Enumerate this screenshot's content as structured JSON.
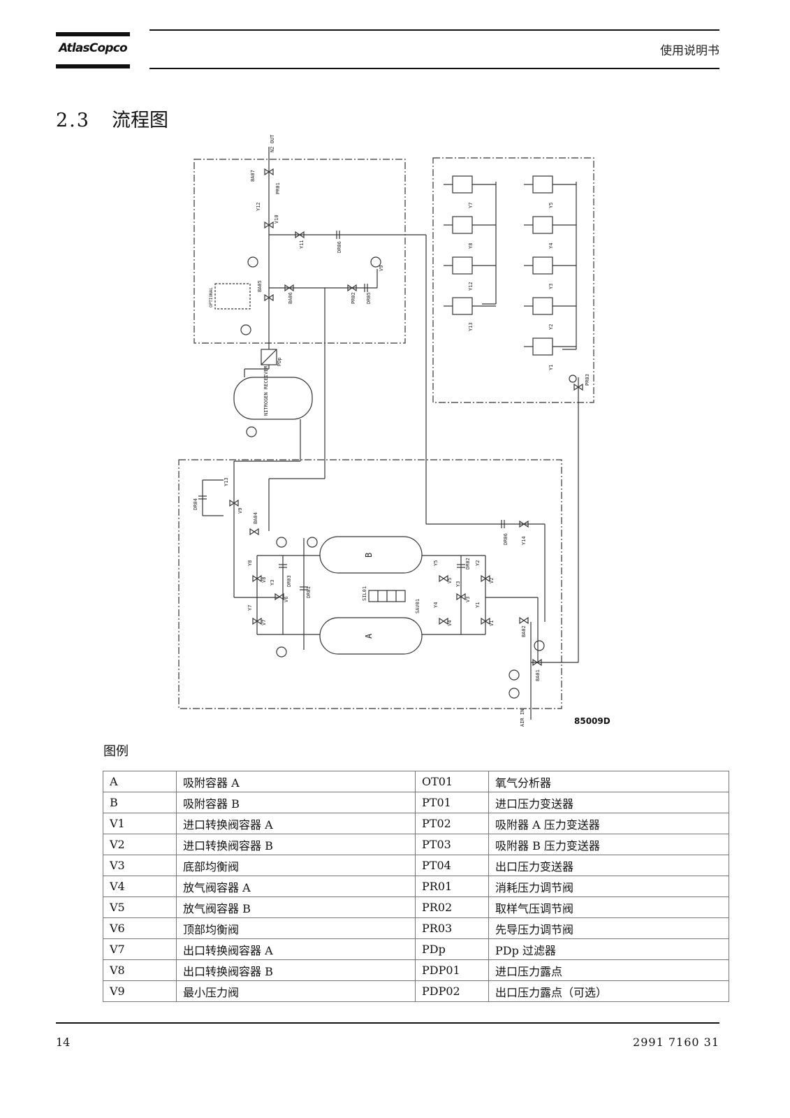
{
  "brand": {
    "name": "AtlasCopco"
  },
  "header": {
    "title": "使用说明书"
  },
  "section": {
    "number": "2.3",
    "title": "流程图"
  },
  "diagram": {
    "id": "85009D",
    "labels": {
      "n2_out": "N2 OUT",
      "air_in": "AIR IN",
      "receiver": "NITROGEN RECEIVER",
      "optional": "OPTIONAL",
      "vessel_a": "A",
      "vessel_b": "B",
      "ba07": "BA07",
      "pr01": "PR01",
      "y12": "Y12",
      "v10": "V10",
      "y11": "Y11",
      "dr06": "DR06",
      "ba05": "BA05",
      "ba06": "BA06",
      "pr02": "PR02",
      "dr05": "DR05",
      "v9_top": "V9",
      "pdp": "PDp",
      "dr04": "DR04",
      "y13": "Y13",
      "v9": "V9",
      "ba04": "BA04",
      "y8": "Y8",
      "v8": "V8",
      "dr03": "DR03",
      "y3": "Y3",
      "v6": "V6",
      "dr01": "DR01",
      "y7": "Y7",
      "v7": "V7",
      "sil01": "SIL01",
      "sav01": "SAV01",
      "y5": "Y5",
      "v5": "V5",
      "y4": "Y4",
      "v4": "V4",
      "dr02": "DR02",
      "y2": "Y2",
      "v2": "V2",
      "v3": "V3",
      "y1": "Y1",
      "v1": "V1",
      "ba02": "BA02",
      "dr06b": "DR06",
      "y14": "Y14",
      "ba01": "BA01",
      "pr03": "PR03",
      "sol_y7": "Y7",
      "sol_y8": "Y8",
      "sol_y12": "Y12",
      "sol_y13": "Y13",
      "sol_y5": "Y5",
      "sol_y4": "Y4",
      "sol_y3": "Y3",
      "sol_y2": "Y2",
      "sol_y1": "Y1"
    }
  },
  "legend": {
    "title": "图例",
    "rows": [
      [
        "A",
        "吸附容器 A",
        "OT01",
        "氧气分析器"
      ],
      [
        "B",
        "吸附容器 B",
        "PT01",
        "进口压力变送器"
      ],
      [
        "V1",
        "进口转换阀容器 A",
        "PT02",
        "吸附器 A 压力变送器"
      ],
      [
        "V2",
        "进口转换阀容器 B",
        "PT03",
        "吸附器 B 压力变送器"
      ],
      [
        "V3",
        "底部均衡阀",
        "PT04",
        "出口压力变送器"
      ],
      [
        "V4",
        "放气阀容器 A",
        "PR01",
        "消耗压力调节阀"
      ],
      [
        "V5",
        "放气阀容器 B",
        "PR02",
        "取样气压调节阀"
      ],
      [
        "V6",
        "顶部均衡阀",
        "PR03",
        "先导压力调节阀"
      ],
      [
        "V7",
        "出口转换阀容器 A",
        "PDp",
        "PDp 过滤器"
      ],
      [
        "V8",
        "出口转换阀容器 B",
        "PDP01",
        "进口压力露点"
      ],
      [
        "V9",
        "最小压力阀",
        "PDP02",
        "出口压力露点（可选）"
      ]
    ]
  },
  "footer": {
    "page": "14",
    "doc_number": "2991 7160 31"
  }
}
